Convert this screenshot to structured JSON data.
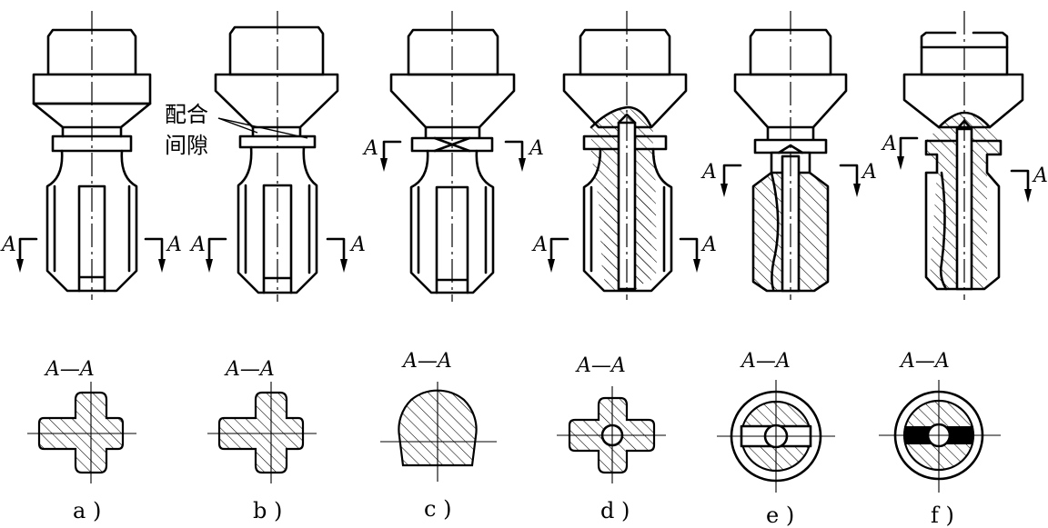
{
  "diagram": {
    "annotation": {
      "line1": "配合",
      "line2": "间隙"
    },
    "section_label": "A",
    "panels": [
      {
        "id": "a",
        "caption": "a )",
        "section_title": "A—A",
        "section_shape": "cross"
      },
      {
        "id": "b",
        "caption": "b )",
        "section_title": "A—A",
        "section_shape": "cross"
      },
      {
        "id": "c",
        "caption": "c )",
        "section_title": "A—A",
        "section_shape": "round-flats"
      },
      {
        "id": "d",
        "caption": "d )",
        "section_title": "A—A",
        "section_shape": "cross-with-hole"
      },
      {
        "id": "e",
        "caption": "e )",
        "section_title": "A—A",
        "section_shape": "ring-with-slot"
      },
      {
        "id": "f",
        "caption": "f )",
        "section_title": "A—A",
        "section_shape": "ring-with-filled-slot"
      }
    ]
  }
}
